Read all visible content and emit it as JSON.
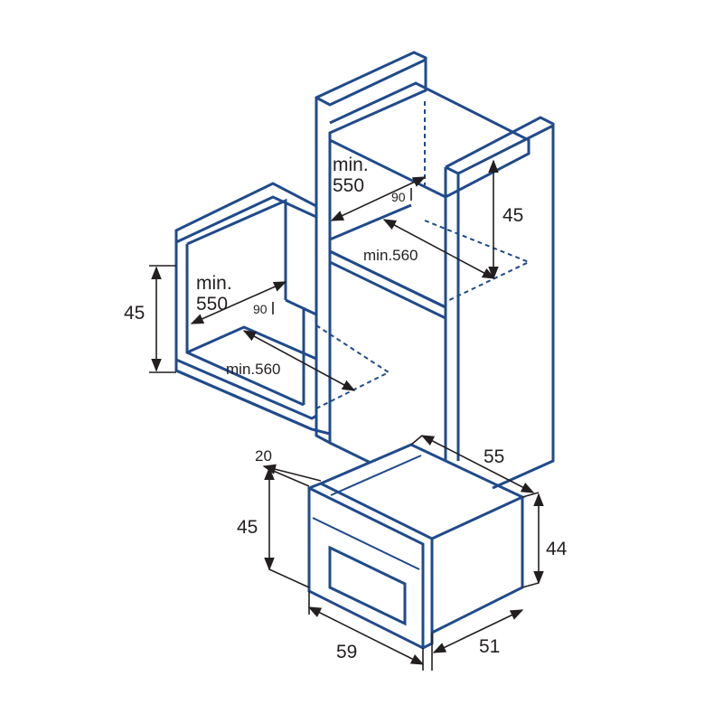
{
  "colors": {
    "cabinet": "#1f4b8c",
    "dimension": "#231f20",
    "background": "#ffffff"
  },
  "left_unit": {
    "min_depth_label_1": "min.",
    "min_depth_label_2": "550",
    "angle": "90",
    "min_width": "min.560",
    "height": "45"
  },
  "tall_unit": {
    "min_depth_label_1": "min.",
    "min_depth_label_2": "550",
    "angle": "90",
    "min_width": "min.560",
    "height": "45"
  },
  "appliance": {
    "front_depth": "20",
    "front_height": "45",
    "width": "59",
    "depth": "55",
    "body_height": "44",
    "body_width": "51"
  }
}
